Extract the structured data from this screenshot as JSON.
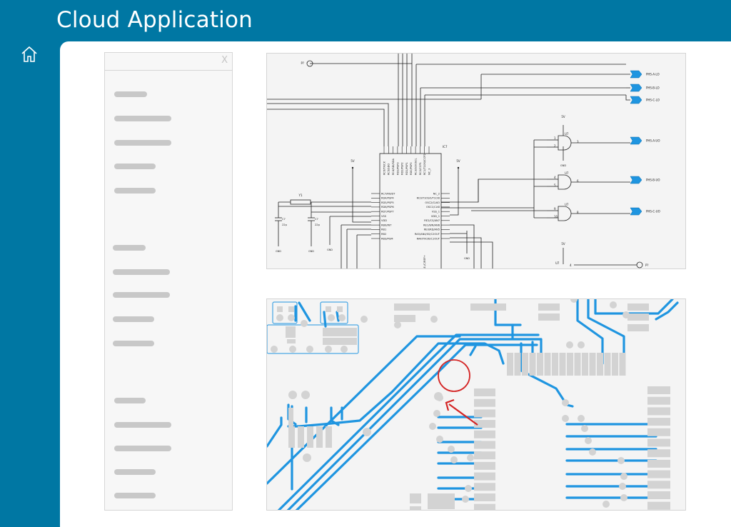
{
  "app": {
    "title": "Cloud Application"
  },
  "nav": {
    "home_icon": "home-icon"
  },
  "panel": {
    "close_label": "X"
  },
  "schematic": {
    "ic_name": "IC7",
    "ic_left_pins": [
      "RC7/RX/DT",
      "RD4/PSP4",
      "RD5/PSP5",
      "RD6/PSP6",
      "RD7/PSP7",
      "VSS",
      "VDD",
      "RB0/INT",
      "RB1",
      "RB2",
      "RB3/PGM"
    ],
    "ic_right_pins": [
      "NC_2",
      "RC0/T1OSO/T1CKI",
      "OSC2/CLKO",
      "OSC1/CLKI",
      "VSS_1",
      "VDD_1",
      "RE2/CS/AN7",
      "RE1/WR/AN6",
      "RE0/RD/AN5",
      "RA5/AN4/SS/C2OUT",
      "RA4/T0CKI/C1OUT"
    ],
    "ic_top_pins": [
      "RC6/TX/CK",
      "RC5/SDO",
      "RC4/SDI/SDA",
      "RD3/PSP3",
      "RD2/PSP2",
      "RD1/PSP1",
      "RD0/PSP0",
      "RC3/SCK/SCL",
      "RC2/CCP1",
      "RC1/T1OSI/CCP2",
      "NC_3"
    ],
    "outputs": [
      "PHS-A-LO",
      "PHS-B-LO",
      "PHS-C-LO",
      "PHS-A-UO",
      "PHS-B-UO",
      "PHS-C-UO"
    ],
    "gates": [
      "U7",
      "U7",
      "U7"
    ],
    "gate_pins": [
      [
        "1",
        "2",
        "3"
      ],
      [
        "4",
        "5",
        "6"
      ],
      [
        "9",
        "10",
        "8"
      ]
    ],
    "crystal": "Y1",
    "caps": [
      [
        "C7",
        "22p"
      ],
      [
        "C7",
        "22p"
      ]
    ],
    "supply": "5V",
    "ground": "GND",
    "ports": [
      "P?",
      "P?"
    ],
    "bottom_label": "U7",
    "bottom_pin": "4",
    "ic_bottom_pins": "RE-/C/REF+"
  },
  "colors": {
    "accent": "#0077a3",
    "trace": "#1f95e0",
    "pad": "#d3d3d3",
    "marker": "#d42424"
  }
}
